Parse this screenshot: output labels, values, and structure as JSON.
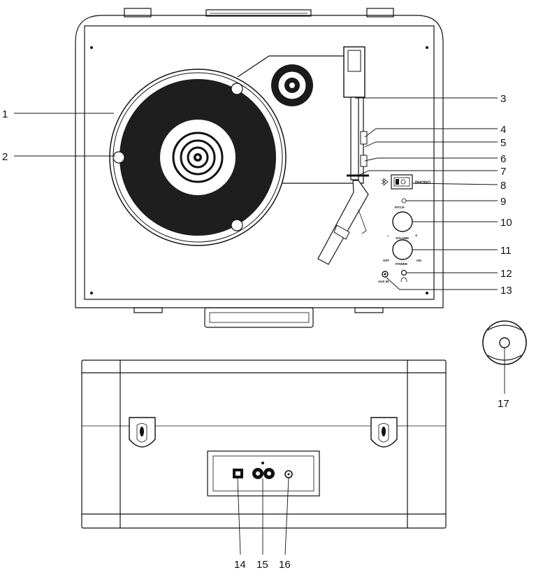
{
  "panel_labels": {
    "pitch": "PITCH",
    "volume": "VOLUME",
    "minus": "−",
    "plus": "+",
    "off": "OFF",
    "power": "POWER",
    "on": "ON",
    "phono": "PHONO",
    "aux_in": "AUX IN"
  },
  "callouts": [
    "1",
    "2",
    "3",
    "4",
    "5",
    "6",
    "7",
    "8",
    "9",
    "10",
    "11",
    "12",
    "13",
    "14",
    "15",
    "16",
    "17"
  ]
}
